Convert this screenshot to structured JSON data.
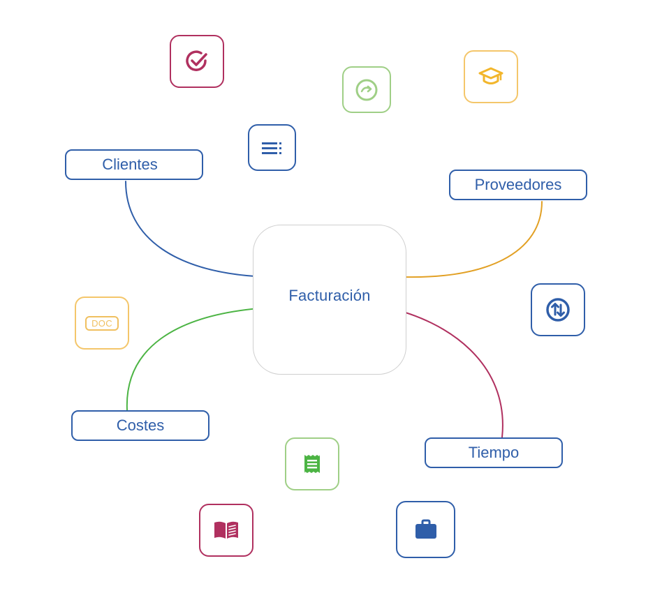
{
  "center": {
    "label": "Facturación"
  },
  "nodes": {
    "clientes": {
      "label": "Clientes",
      "color": "#2f5ea9"
    },
    "proveedores": {
      "label": "Proveedores",
      "color": "#e2a024"
    },
    "costes": {
      "label": "Costes",
      "color": "#4cb444"
    },
    "tiempo": {
      "label": "Tiempo",
      "color": "#b0305f"
    }
  },
  "tiles": {
    "check": {
      "icon": "check-circle-icon",
      "color": "#b0305f"
    },
    "graduation": {
      "icon": "graduation-cap-icon",
      "color": "#f2b62c"
    },
    "sync": {
      "icon": "sync-circle-icon",
      "color": "#9fcf86"
    },
    "list": {
      "icon": "list-icon",
      "color": "#2f5ea9"
    },
    "swap": {
      "icon": "swap-vertical-icon",
      "color": "#2f5ea9"
    },
    "doc": {
      "icon": "doc-file-icon",
      "label": "DOC",
      "color": "#f0c060"
    },
    "receipt": {
      "icon": "receipt-icon",
      "color": "#4cb444"
    },
    "book": {
      "icon": "open-book-icon",
      "color": "#b0305f"
    },
    "briefcase": {
      "icon": "briefcase-icon",
      "color": "#2f5ea9"
    }
  },
  "connections": [
    {
      "from": "clientes",
      "to": "center",
      "color": "#2f5ea9"
    },
    {
      "from": "proveedores",
      "to": "center",
      "color": "#e2a024"
    },
    {
      "from": "costes",
      "to": "center",
      "color": "#4cb444"
    },
    {
      "from": "tiempo",
      "to": "center",
      "color": "#b0305f"
    }
  ]
}
